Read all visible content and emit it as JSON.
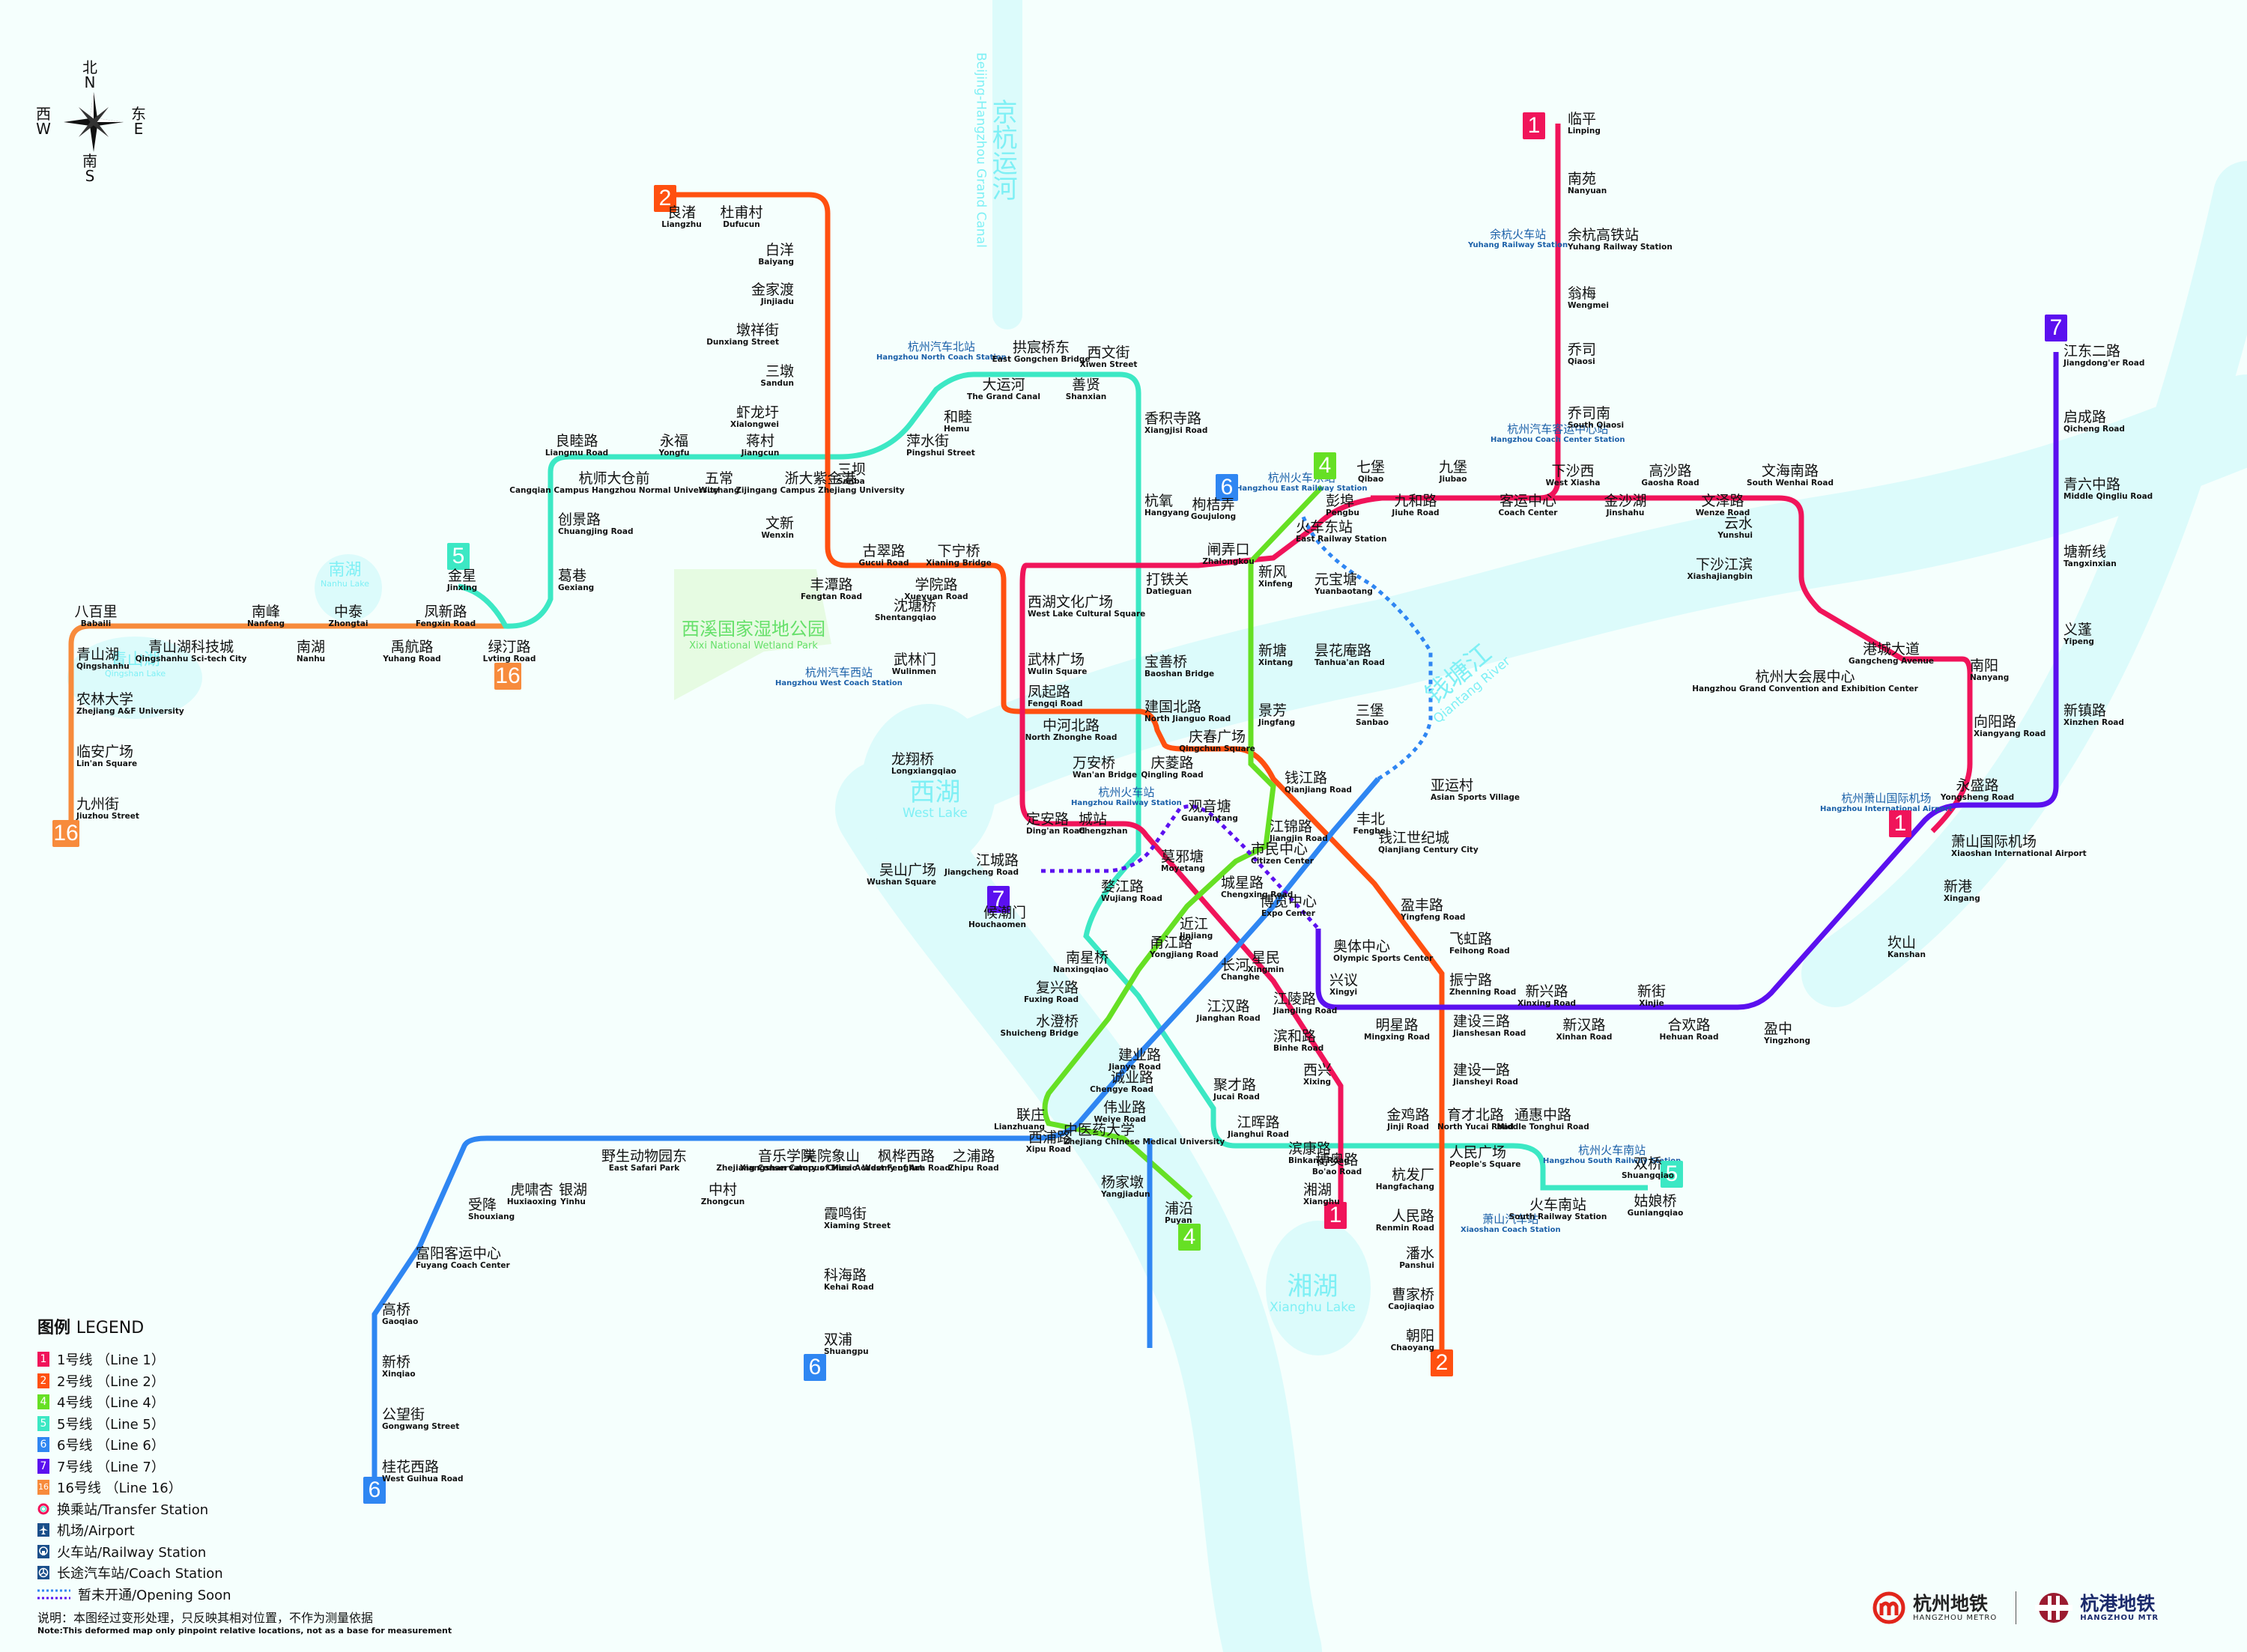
{
  "compass": {
    "north_zh": "北",
    "north_en": "N",
    "south_zh": "南",
    "south_en": "S",
    "east_zh": "东",
    "east_en": "E",
    "west_zh": "西",
    "west_en": "W"
  },
  "colors": {
    "line1": "#f0145a",
    "line2": "#ff5010",
    "line4": "#66e024",
    "line5": "#3ce8c4",
    "line6": "#2f86f2",
    "line7": "#5b10ef",
    "line16": "#f78b3c",
    "background": "#f5fffd",
    "water": "#dcfbfb",
    "water_label": "#7ff0f5",
    "park": "#e6fbe2",
    "poi": "#1a5fa8"
  },
  "lines": [
    {
      "id": "1",
      "badge": "1",
      "color": "#f0145a"
    },
    {
      "id": "2",
      "badge": "2",
      "color": "#ff5010"
    },
    {
      "id": "4",
      "badge": "4",
      "color": "#66e024"
    },
    {
      "id": "5",
      "badge": "5",
      "color": "#3ce8c4"
    },
    {
      "id": "6",
      "badge": "6",
      "color": "#2f86f2"
    },
    {
      "id": "7",
      "badge": "7",
      "color": "#5b10ef"
    },
    {
      "id": "16",
      "badge": "16",
      "color": "#f78b3c"
    }
  ],
  "water_labels": [
    {
      "zh": "京杭运河",
      "en": "Beijing-Hangzhou Grand Canal"
    },
    {
      "zh": "钱塘江",
      "en": "Qiantang River"
    },
    {
      "zh": "西湖",
      "en": "West Lake"
    },
    {
      "zh": "湘湖",
      "en": "Xianghu Lake"
    },
    {
      "zh": "南湖",
      "en": "Nanhu Lake"
    },
    {
      "zh": "青山湖",
      "en": "Qingshan Lake"
    }
  ],
  "park": {
    "zh": "西溪国家湿地公园",
    "en": "Xixi National Wetland Park"
  },
  "pois": [
    {
      "zh": "杭州汽车北站",
      "en": "Hangzhou North Coach Station",
      "type": "coach"
    },
    {
      "zh": "杭州汽车西站",
      "en": "Hangzhou West Coach Station",
      "type": "coach"
    },
    {
      "zh": "余杭火车站",
      "en": "Yuhang Railway Station",
      "type": "railway"
    },
    {
      "zh": "杭州汽车客运中心站",
      "en": "Hangzhou Coach Center Station",
      "type": "coach"
    },
    {
      "zh": "杭州火车东站",
      "en": "Hangzhou East Railway Station",
      "type": "railway"
    },
    {
      "zh": "杭州火车站",
      "en": "Hangzhou Railway Station",
      "type": "railway"
    },
    {
      "zh": "杭州火车南站",
      "en": "Hangzhou South Railway Station",
      "type": "railway"
    },
    {
      "zh": "萧山汽车站",
      "en": "Xiaoshan Coach Station",
      "type": "coach"
    },
    {
      "zh": "杭州萧山国际机场",
      "en": "Hangzhou International Airport",
      "type": "airport"
    }
  ],
  "stations": [
    {
      "zh": "临平",
      "en": "Linping"
    },
    {
      "zh": "南苑",
      "en": "Nanyuan"
    },
    {
      "zh": "余杭高铁站",
      "en": "Yuhang Railway Station"
    },
    {
      "zh": "翁梅",
      "en": "Wengmei"
    },
    {
      "zh": "乔司",
      "en": "Qiaosi"
    },
    {
      "zh": "乔司南",
      "en": "South Qiaosi"
    },
    {
      "zh": "客运中心",
      "en": "Coach Center"
    },
    {
      "zh": "九堡",
      "en": "Jiubao"
    },
    {
      "zh": "九和路",
      "en": "Jiuhe Road"
    },
    {
      "zh": "七堡",
      "en": "Qibao"
    },
    {
      "zh": "彭埠",
      "en": "Pengbu"
    },
    {
      "zh": "火车东站",
      "en": "East Railway Station"
    },
    {
      "zh": "闸弄口",
      "en": "Zhalongkou"
    },
    {
      "zh": "打铁关",
      "en": "Datieguan"
    },
    {
      "zh": "西湖文化广场",
      "en": "West Lake Cultural Square"
    },
    {
      "zh": "武林广场",
      "en": "Wulin Square"
    },
    {
      "zh": "凤起路",
      "en": "Fengqi Road"
    },
    {
      "zh": "龙翔桥",
      "en": "Longxiangqiao"
    },
    {
      "zh": "定安路",
      "en": "Ding'an Road"
    },
    {
      "zh": "城站",
      "en": "Chengzhan"
    },
    {
      "zh": "婺江路",
      "en": "Wujiang Road"
    },
    {
      "zh": "近江",
      "en": "Jinjiang"
    },
    {
      "zh": "江陵路",
      "en": "Jiangling Road"
    },
    {
      "zh": "滨和路",
      "en": "Binhe Road"
    },
    {
      "zh": "西兴",
      "en": "Xixing"
    },
    {
      "zh": "滨康路",
      "en": "Binkang Road"
    },
    {
      "zh": "湘湖",
      "en": "Xianghu"
    },
    {
      "zh": "下沙西",
      "en": "West Xiasha"
    },
    {
      "zh": "金沙湖",
      "en": "Jinshahu"
    },
    {
      "zh": "高沙路",
      "en": "Gaosha Road"
    },
    {
      "zh": "文泽路",
      "en": "Wenze Road"
    },
    {
      "zh": "文海南路",
      "en": "South Wenhai Road"
    },
    {
      "zh": "云水",
      "en": "Yunshui"
    },
    {
      "zh": "下沙江滨",
      "en": "Xiashajiangbin"
    },
    {
      "zh": "杭州大会展中心",
      "en": "Hangzhou Grand Convention and Exhibition Center"
    },
    {
      "zh": "港城大道",
      "en": "Gangcheng Avenue"
    },
    {
      "zh": "南阳",
      "en": "Nanyang"
    },
    {
      "zh": "向阳路",
      "en": "Xiangyang Road"
    },
    {
      "zh": "萧山国际机场",
      "en": "Xiaoshan International Airport"
    },
    {
      "zh": "良渚",
      "en": "Liangzhu"
    },
    {
      "zh": "杜甫村",
      "en": "Dufucun"
    },
    {
      "zh": "白洋",
      "en": "Baiyang"
    },
    {
      "zh": "金家渡",
      "en": "Jinjiadu"
    },
    {
      "zh": "墩祥街",
      "en": "Dunxiang Street"
    },
    {
      "zh": "三墩",
      "en": "Sandun"
    },
    {
      "zh": "虾龙圩",
      "en": "Xialongwei"
    },
    {
      "zh": "三坝",
      "en": "Sanba"
    },
    {
      "zh": "文新",
      "en": "Wenxin"
    },
    {
      "zh": "丰潭路",
      "en": "Fengtan Road"
    },
    {
      "zh": "古翠路",
      "en": "Gucui Road"
    },
    {
      "zh": "学院路",
      "en": "Xueyuan Road"
    },
    {
      "zh": "下宁桥",
      "en": "Xianing Bridge"
    },
    {
      "zh": "沈塘桥",
      "en": "Shentangqiao"
    },
    {
      "zh": "武林门",
      "en": "Wulinmen"
    },
    {
      "zh": "中河北路",
      "en": "North Zhonghe Road"
    },
    {
      "zh": "建国北路",
      "en": "North Jianguo Road"
    },
    {
      "zh": "庆菱路",
      "en": "Qingling Road"
    },
    {
      "zh": "庆春广场",
      "en": "Qingchun Square"
    },
    {
      "zh": "钱江路",
      "en": "Qianjiang Road"
    },
    {
      "zh": "钱江世纪城",
      "en": "Qianjiang Century City"
    },
    {
      "zh": "盈丰路",
      "en": "Yingfeng Road"
    },
    {
      "zh": "飞虹路",
      "en": "Feihong Road"
    },
    {
      "zh": "振宁路",
      "en": "Zhenning Road"
    },
    {
      "zh": "建设三路",
      "en": "Jianshesan Road"
    },
    {
      "zh": "建设一路",
      "en": "Jiansheyi Road"
    },
    {
      "zh": "人民广场",
      "en": "People's Square"
    },
    {
      "zh": "杭发厂",
      "en": "Hangfachang"
    },
    {
      "zh": "人民路",
      "en": "Renmin Road"
    },
    {
      "zh": "潘水",
      "en": "Panshui"
    },
    {
      "zh": "曹家桥",
      "en": "Caojiaqiao"
    },
    {
      "zh": "朝阳",
      "en": "Chaoyang"
    },
    {
      "zh": "新风",
      "en": "Xinfeng"
    },
    {
      "zh": "新塘",
      "en": "Xintang"
    },
    {
      "zh": "景芳",
      "en": "Jingfang"
    },
    {
      "zh": "江锦路",
      "en": "Jiangjin Road"
    },
    {
      "zh": "市民中心",
      "en": "Citizen Center"
    },
    {
      "zh": "城星路",
      "en": "Chengxing Road"
    },
    {
      "zh": "甬江路",
      "en": "Yongjiang Road"
    },
    {
      "zh": "南星桥",
      "en": "Nanxingqiao"
    },
    {
      "zh": "复兴路",
      "en": "Fuxing Road"
    },
    {
      "zh": "水澄桥",
      "en": "Shuicheng Bridge"
    },
    {
      "zh": "联庄",
      "en": "Lianzhuang"
    },
    {
      "zh": "中医药大学",
      "en": "Zhejiang Chinese Medical University"
    },
    {
      "zh": "杨家墩",
      "en": "Yangjiadun"
    },
    {
      "zh": "浦沿",
      "en": "Puyan"
    },
    {
      "zh": "金星",
      "en": "Jinxing"
    },
    {
      "zh": "绿汀路",
      "en": "Lvting Road"
    },
    {
      "zh": "葛巷",
      "en": "Gexiang"
    },
    {
      "zh": "创景路",
      "en": "Chuangjing Road"
    },
    {
      "zh": "良睦路",
      "en": "Liangmu Road"
    },
    {
      "zh": "杭师大仓前",
      "en": "Cangqian Campus Hangzhou Normal University"
    },
    {
      "zh": "永福",
      "en": "Yongfu"
    },
    {
      "zh": "五常",
      "en": "Wuchang"
    },
    {
      "zh": "蒋村",
      "en": "Jiangcun"
    },
    {
      "zh": "浙大紫金港",
      "en": "Zijingang Campus Zhejiang University"
    },
    {
      "zh": "萍水街",
      "en": "Pingshui Street"
    },
    {
      "zh": "和睦",
      "en": "Hemu"
    },
    {
      "zh": "大运河",
      "en": "The Grand Canal"
    },
    {
      "zh": "拱宸桥东",
      "en": "East Gongchen Bridge"
    },
    {
      "zh": "善贤",
      "en": "Shanxian"
    },
    {
      "zh": "西文街",
      "en": "Xiwen Street"
    },
    {
      "zh": "香积寺路",
      "en": "Xiangjisi Road"
    },
    {
      "zh": "杭氧",
      "en": "Hangyang"
    },
    {
      "zh": "宝善桥",
      "en": "Baoshan Bridge"
    },
    {
      "zh": "万安桥",
      "en": "Wan'an Bridge"
    },
    {
      "zh": "江城路",
      "en": "Jiangcheng Road"
    },
    {
      "zh": "候潮门",
      "en": "Houchaomen"
    },
    {
      "zh": "长河",
      "en": "Changhe"
    },
    {
      "zh": "聚才路",
      "en": "Jucai Road"
    },
    {
      "zh": "江晖路",
      "en": "Jianghui Road"
    },
    {
      "zh": "博奥路",
      "en": "Bo'ao Road"
    },
    {
      "zh": "金鸡路",
      "en": "Jinji Road"
    },
    {
      "zh": "育才北路",
      "en": "North Yucai Road"
    },
    {
      "zh": "通惠中路",
      "en": "Middle Tonghui Road"
    },
    {
      "zh": "火车南站",
      "en": "South Railway Station"
    },
    {
      "zh": "双桥",
      "en": "Shuangqiao"
    },
    {
      "zh": "姑娘桥",
      "en": "Guniangqiao"
    },
    {
      "zh": "枸桔弄",
      "en": "Goujulong"
    },
    {
      "zh": "元宝塘",
      "en": "Yuanbaotang"
    },
    {
      "zh": "昙花庵路",
      "en": "Tanhua'an Road"
    },
    {
      "zh": "三堡",
      "en": "Sanbao"
    },
    {
      "zh": "亚运村",
      "en": "Asian Sports Village"
    },
    {
      "zh": "丰北",
      "en": "Fengbei"
    },
    {
      "zh": "博览中心",
      "en": "Expo Center"
    },
    {
      "zh": "奥体中心",
      "en": "Olympic Sports Center"
    },
    {
      "zh": "星民",
      "en": "Xingmin"
    },
    {
      "zh": "江汉路",
      "en": "Jianghan Road"
    },
    {
      "zh": "建业路",
      "en": "Jianye Road"
    },
    {
      "zh": "诚业路",
      "en": "Chengye Road"
    },
    {
      "zh": "伟业路",
      "en": "Weiye Road"
    },
    {
      "zh": "西浦路",
      "en": "Xipu Road"
    },
    {
      "zh": "之浦路",
      "en": "Zhipu Road"
    },
    {
      "zh": "枫桦西路",
      "en": "West Fenghua Road"
    },
    {
      "zh": "美院象山",
      "en": "Xiangshan Campus China Academy of Art"
    },
    {
      "zh": "音乐学院",
      "en": "Zhejiang Conservatory of Music"
    },
    {
      "zh": "中村",
      "en": "Zhongcun"
    },
    {
      "zh": "野生动物园东",
      "en": "East Safari Park"
    },
    {
      "zh": "银湖",
      "en": "Yinhu"
    },
    {
      "zh": "虎啸杏",
      "en": "Huxiaoxing"
    },
    {
      "zh": "受降",
      "en": "Shouxiang"
    },
    {
      "zh": "富阳客运中心",
      "en": "Fuyang Coach Center"
    },
    {
      "zh": "高桥",
      "en": "Gaoqiao"
    },
    {
      "zh": "新桥",
      "en": "Xinqiao"
    },
    {
      "zh": "公望街",
      "en": "Gongwang Street"
    },
    {
      "zh": "桂花西路",
      "en": "West Guihua Road"
    },
    {
      "zh": "霞鸣街",
      "en": "Xiaming Street"
    },
    {
      "zh": "科海路",
      "en": "Kehai Road"
    },
    {
      "zh": "双浦",
      "en": "Shuangpu"
    },
    {
      "zh": "吴山广场",
      "en": "Wushan Square"
    },
    {
      "zh": "莫邪塘",
      "en": "Moyetang"
    },
    {
      "zh": "观音塘",
      "en": "Guanyintang"
    },
    {
      "zh": "兴议",
      "en": "Xingyi"
    },
    {
      "zh": "明星路",
      "en": "Mingxing Road"
    },
    {
      "zh": "新兴路",
      "en": "Xinxing Road"
    },
    {
      "zh": "新汉路",
      "en": "Xinhan Road"
    },
    {
      "zh": "新街",
      "en": "Xinjie"
    },
    {
      "zh": "合欢路",
      "en": "Hehuan Road"
    },
    {
      "zh": "盈中",
      "en": "Yingzhong"
    },
    {
      "zh": "坎山",
      "en": "Kanshan"
    },
    {
      "zh": "新港",
      "en": "Xingang"
    },
    {
      "zh": "永盛路",
      "en": "Yongsheng Road"
    },
    {
      "zh": "新镇路",
      "en": "Xinzhen Road"
    },
    {
      "zh": "义蓬",
      "en": "Yipeng"
    },
    {
      "zh": "塘新线",
      "en": "Tangxinxian"
    },
    {
      "zh": "青六中路",
      "en": "Middle Qingliu Road"
    },
    {
      "zh": "启成路",
      "en": "Qicheng Road"
    },
    {
      "zh": "江东二路",
      "en": "Jiangdong'er Road"
    },
    {
      "zh": "凤新路",
      "en": "Fengxin Road"
    },
    {
      "zh": "禹航路",
      "en": "Yuhang Road"
    },
    {
      "zh": "中泰",
      "en": "Zhongtai"
    },
    {
      "zh": "南湖",
      "en": "Nanhu"
    },
    {
      "zh": "南峰",
      "en": "Nanfeng"
    },
    {
      "zh": "青山湖科技城",
      "en": "Qingshanhu Sci-tech City"
    },
    {
      "zh": "八百里",
      "en": "Babaili"
    },
    {
      "zh": "青山湖",
      "en": "Qingshanhu"
    },
    {
      "zh": "农林大学",
      "en": "Zhejiang A&F University"
    },
    {
      "zh": "临安广场",
      "en": "Lin'an Square"
    },
    {
      "zh": "九州街",
      "en": "Jiuzhou Street"
    }
  ],
  "legend": {
    "title_zh": "图例",
    "title_en": "LEGEND",
    "items": [
      {
        "badge": "1",
        "color": "#f0145a",
        "label": "1号线 （Line 1）"
      },
      {
        "badge": "2",
        "color": "#ff5010",
        "label": "2号线 （Line 2）"
      },
      {
        "badge": "4",
        "color": "#66e024",
        "label": "4号线 （Line 4）"
      },
      {
        "badge": "5",
        "color": "#3ce8c4",
        "label": "5号线 （Line 5）"
      },
      {
        "badge": "6",
        "color": "#2f86f2",
        "label": "6号线 （Line 6）"
      },
      {
        "badge": "7",
        "color": "#5b10ef",
        "label": "7号线 （Line 7）"
      },
      {
        "badge": "16",
        "color": "#f78b3c",
        "label": "16号线 （Line 16）"
      }
    ],
    "symbols": [
      {
        "icon": "transfer-station-icon",
        "label": "换乘站/Transfer Station"
      },
      {
        "icon": "airport-icon",
        "label": "机场/Airport"
      },
      {
        "icon": "railway-station-icon",
        "label": "火车站/Railway Station"
      },
      {
        "icon": "coach-station-icon",
        "label": "长途汽车站/Coach Station"
      },
      {
        "icon": "opening-soon-icon",
        "label": "暂未开通/Opening Soon"
      }
    ],
    "note_zh": "说明：本图经过变形处理，只反映其相对位置，不作为测量依据",
    "note_en": "Note:This deformed map only pinpoint relative locations, not as a base for measurement"
  },
  "logos": {
    "metro_zh": "杭州地铁",
    "metro_en": "HANGZHOU METRO",
    "mtr_zh": "杭港地铁",
    "mtr_en": "HANGZHOU MTR"
  }
}
